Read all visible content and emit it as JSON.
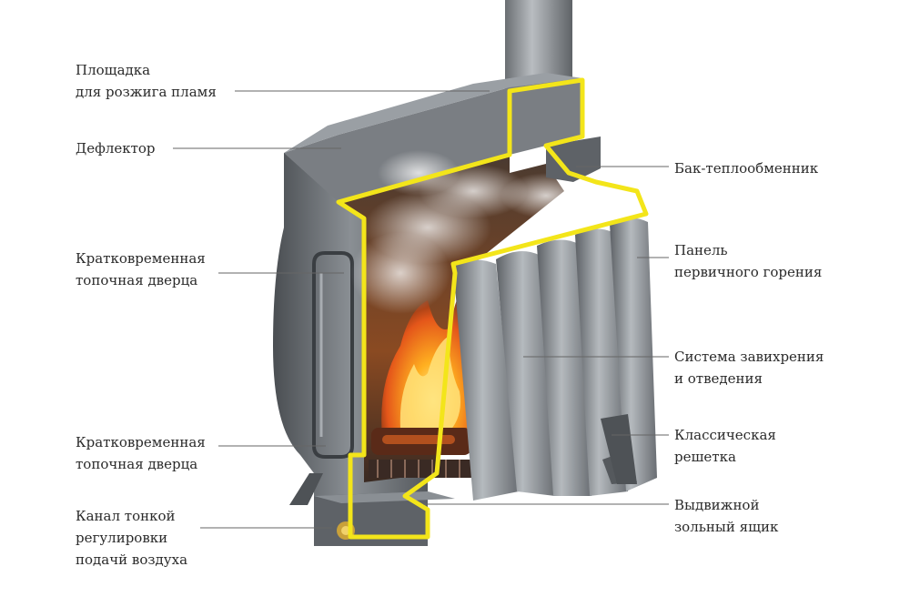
{
  "labels": {
    "left": [
      {
        "lines": [
          "Площадка",
          "для розжига пламя"
        ]
      },
      {
        "lines": [
          "Дефлектор"
        ]
      },
      {
        "lines": [
          "Кратковременная",
          "топочная дверца"
        ]
      },
      {
        "lines": [
          "Кратковременная",
          "топочная дверца"
        ]
      },
      {
        "lines": [
          "Канал тонкой",
          "регулировки",
          "подачй воздуха"
        ]
      }
    ],
    "right": [
      {
        "lines": [
          "Бак-теплообменник"
        ]
      },
      {
        "lines": [
          "Панель",
          "первичного горения"
        ]
      },
      {
        "lines": [
          "Система завихрения",
          "и отведения"
        ]
      },
      {
        "lines": [
          "Классическая",
          "решетка"
        ]
      },
      {
        "lines": [
          "Выдвижной",
          "зольный ящик"
        ]
      }
    ]
  },
  "colors": {
    "metal": "#6f7378",
    "metal_light": "#9ea3a8",
    "metal_dark": "#3e4246",
    "cut_edge": "#f3e51a",
    "fire": "#f08a1c",
    "interior": "#5a3a26"
  }
}
